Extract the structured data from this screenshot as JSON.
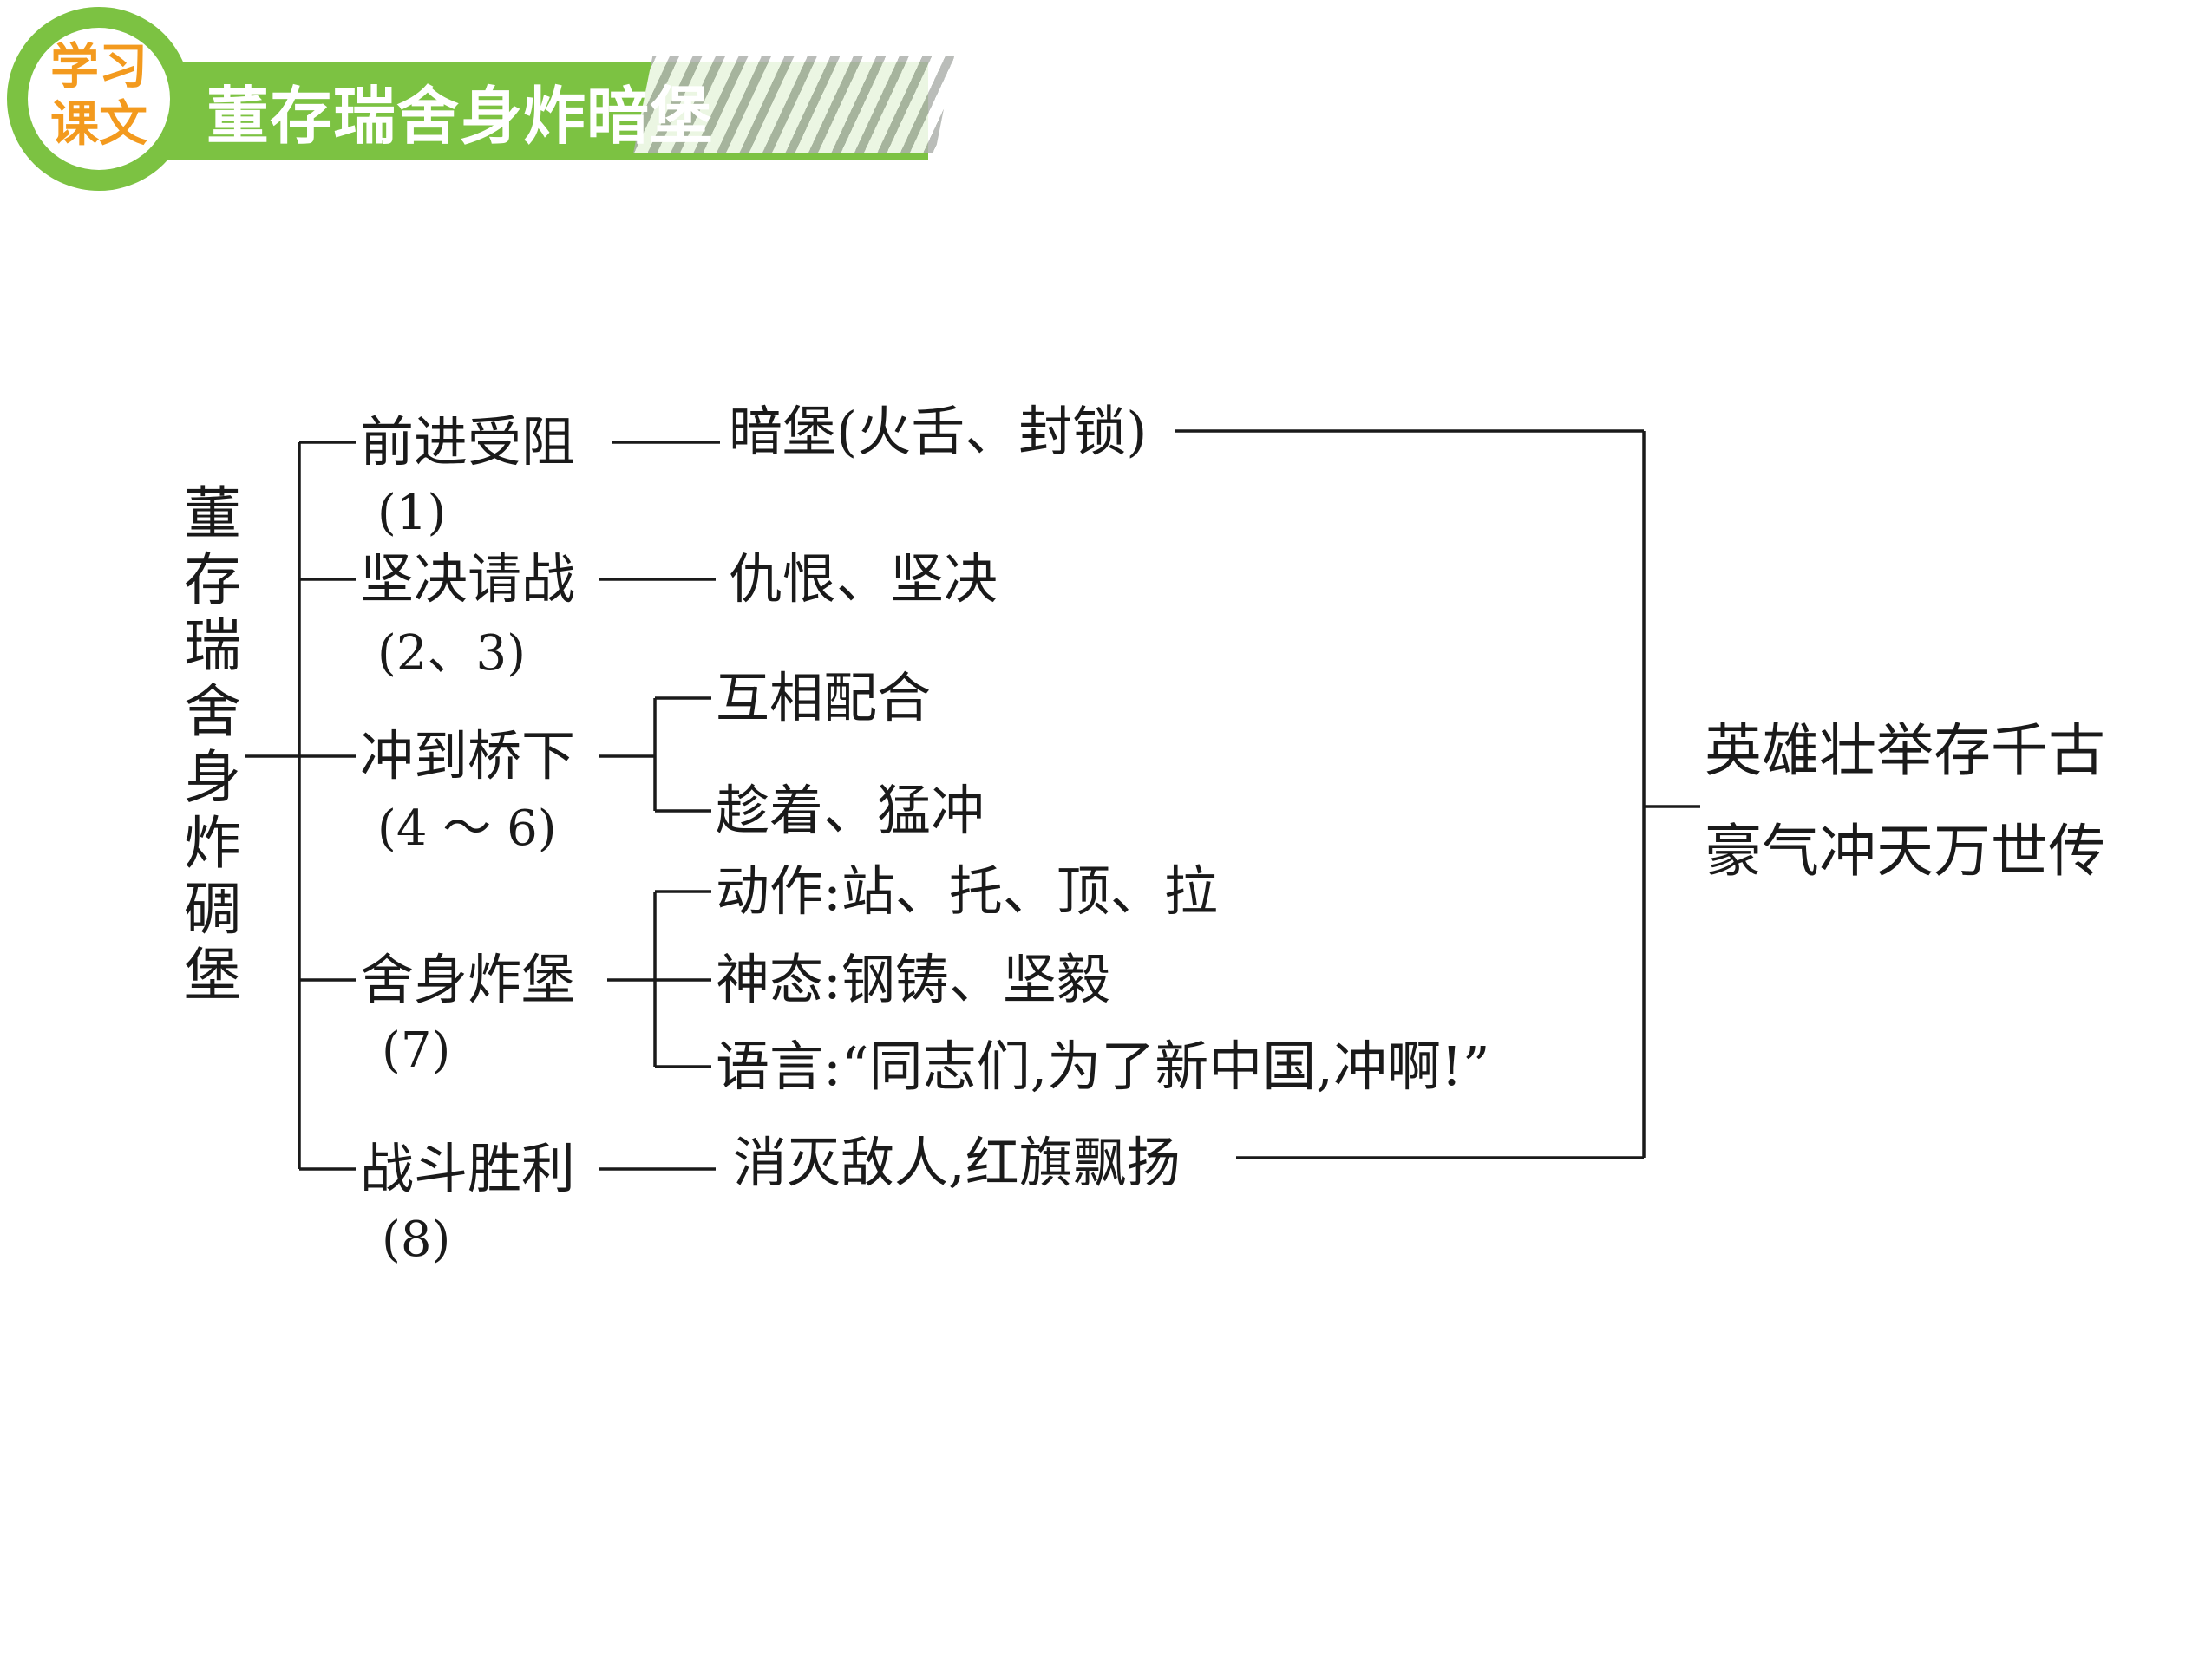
{
  "header": {
    "badge_line1": "学习",
    "badge_line2": "课文",
    "title": "董存瑞舍身炸暗堡",
    "accent_color": "#7cc242",
    "badge_text_color": "#f39a1e"
  },
  "diagram": {
    "root": "董存瑞舍身炸碉堡",
    "sections": [
      {
        "label": "前进受阻",
        "paras": "(1)",
        "details": [
          "暗堡(火舌、封锁)"
        ]
      },
      {
        "label": "坚决请战",
        "paras": "(2、3)",
        "details": [
          "仇恨、坚决"
        ]
      },
      {
        "label": "冲到桥下",
        "paras": "(4 ～ 6)",
        "details": [
          "互相配合",
          "趁着、猛冲"
        ]
      },
      {
        "label": "舍身炸堡",
        "paras": "(7)",
        "details": [
          "动作:站、托、顶、拉",
          "神态:钢铸、坚毅",
          "语言:“同志们,为了新中国,冲啊!”"
        ]
      },
      {
        "label": "战斗胜利",
        "paras": "(8)",
        "details": [
          "消灭敌人,红旗飘扬"
        ]
      }
    ],
    "conclusion": [
      "英雄壮举存千古",
      "豪气冲天万世传"
    ]
  }
}
